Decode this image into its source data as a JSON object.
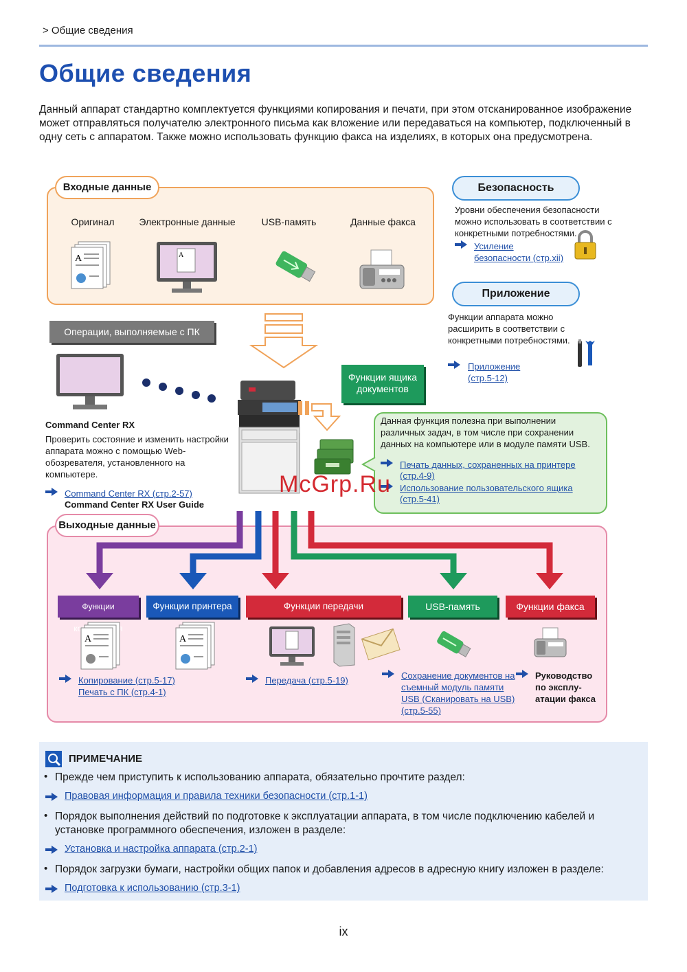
{
  "breadcrumb": "> Общие сведения",
  "title": "Общие сведения",
  "intro": "Данный аппарат стандартно комплектуется функциями копирования и печати, при этом отсканированное изображение может отправляться получателю электронного письма как вложение или передаваться на компьютер, подключенный в одну сеть с аппаратом. Также можно использовать функцию факса на изделиях, в которых она предусмотрена.",
  "input": {
    "heading": "Входные данные",
    "items": [
      "Оригинал",
      "Электронные данные",
      "USB-память",
      "Данные факса"
    ]
  },
  "pc_ops": {
    "label": "Операции, выполняемые с ПК",
    "name": "Command Center RX",
    "desc": "Проверить состояние и изменить настройки аппарата можно с помощью Web-обозревателя, установленного на компьютере.",
    "link": "Command Center RX (стр.2-57)",
    "guide": "Command Center RX User Guide"
  },
  "security": {
    "heading": "Безопасность",
    "desc": "Уровни обеспечения безопасности можно использовать в соответствии с конкретными потребностями.",
    "link1": "Усиление",
    "link2": "безопасности (стр.xii)"
  },
  "app": {
    "heading": "Приложение",
    "desc": "Функции аппарата можно расширить в соответствии с конкретными потребностями.",
    "link1": "Приложение",
    "link2": "(стр.5-12)"
  },
  "docbox": {
    "label1": "Функции ящика",
    "label2": "документов",
    "desc": "Данная функция полезна при выполнении различных задач, в том числе при сохранении данных на компьютере или в модуле памяти USB.",
    "link1a": "Печать данных, сохраненных на принтере",
    "link1b": "(стр.4-9)",
    "link2a": "Использование пользовательского ящика",
    "link2b": "(стр.5-41)"
  },
  "watermark": "McGrp.Ru",
  "output": {
    "heading": "Выходные данные",
    "buttons": {
      "copy": "Функции копирования",
      "printer": "Функции принтера",
      "send": "Функции передачи",
      "usb": "USB-память",
      "fax": "Функции факса"
    },
    "links": {
      "copy": "Копирование (стр.5-17)",
      "print": "Печать с ПК (стр.4-1)",
      "send": "Передача (стр.5-19)",
      "usb1": "Сохранение документов на",
      "usb2": "съемный модуль памяти",
      "usb3": "USB (Сканировать на USB)",
      "usb4": "(стр.5-55)",
      "fax1": "Руководство",
      "fax2": "по эксплу-",
      "fax3": "атации факса"
    }
  },
  "note": {
    "heading": "ПРИМЕЧАНИЕ",
    "b1": "Прежде чем приступить к использованию аппарата, обязательно прочтите раздел:",
    "l1": "Правовая информация и правила техники безопасности (стр.1-1)",
    "b2": "Порядок выполнения действий по подготовке к эксплуатации аппарата, в том числе подключению кабелей и установке программного обеспечения, изложен в разделе:",
    "l2": "Установка и настройка аппарата (стр.2-1)",
    "b3": "Порядок загрузки бумаги, настройки общих папок и добавления адресов в адресную книгу изложен в разделе:",
    "l3": "Подготовка к использованию (стр.3-1)"
  },
  "page_number": "ix",
  "colors": {
    "title": "#1d4fb0",
    "input_box": "#fdf1e4",
    "input_border": "#f0a35a",
    "output_box": "#fde6ee",
    "output_border": "#e58aa8",
    "copy": "#7a3d9e",
    "printer": "#1a58b8",
    "send": "#d32a3a",
    "usb": "#1e9a5c",
    "fax": "#d32a3a",
    "link": "#1f4fa8"
  }
}
